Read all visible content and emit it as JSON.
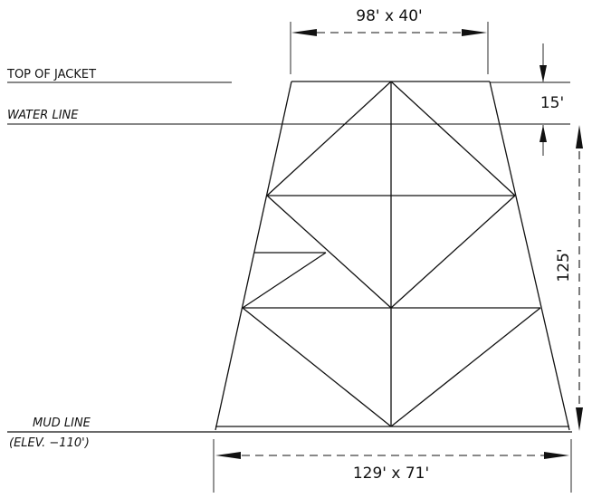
{
  "labels": {
    "top_of_jacket": "TOP OF JACKET",
    "water_line": "WATER LINE",
    "mud_line": "MUD LINE",
    "mud_line_elev": "(ELEV. −110')"
  },
  "dimensions": {
    "top_width": "98' x 40'",
    "bottom_width": "129' x 71'",
    "top_to_water": "15'",
    "water_to_mud": "125'"
  }
}
